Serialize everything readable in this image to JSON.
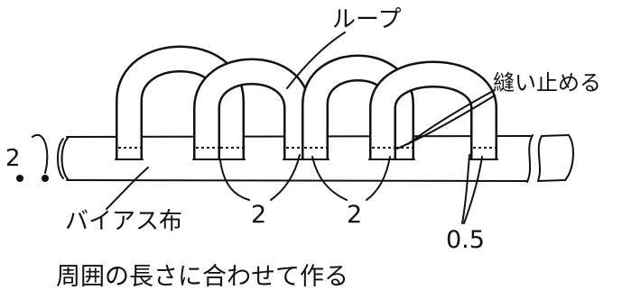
{
  "labels": {
    "loop": "ループ",
    "stitch": "縫い止める",
    "left_gap": "2",
    "gap_a": "2",
    "gap_b": "2",
    "margin": "0.5",
    "bias": "バイアス布",
    "caption": "周囲の長さに合わせて作る"
  }
}
